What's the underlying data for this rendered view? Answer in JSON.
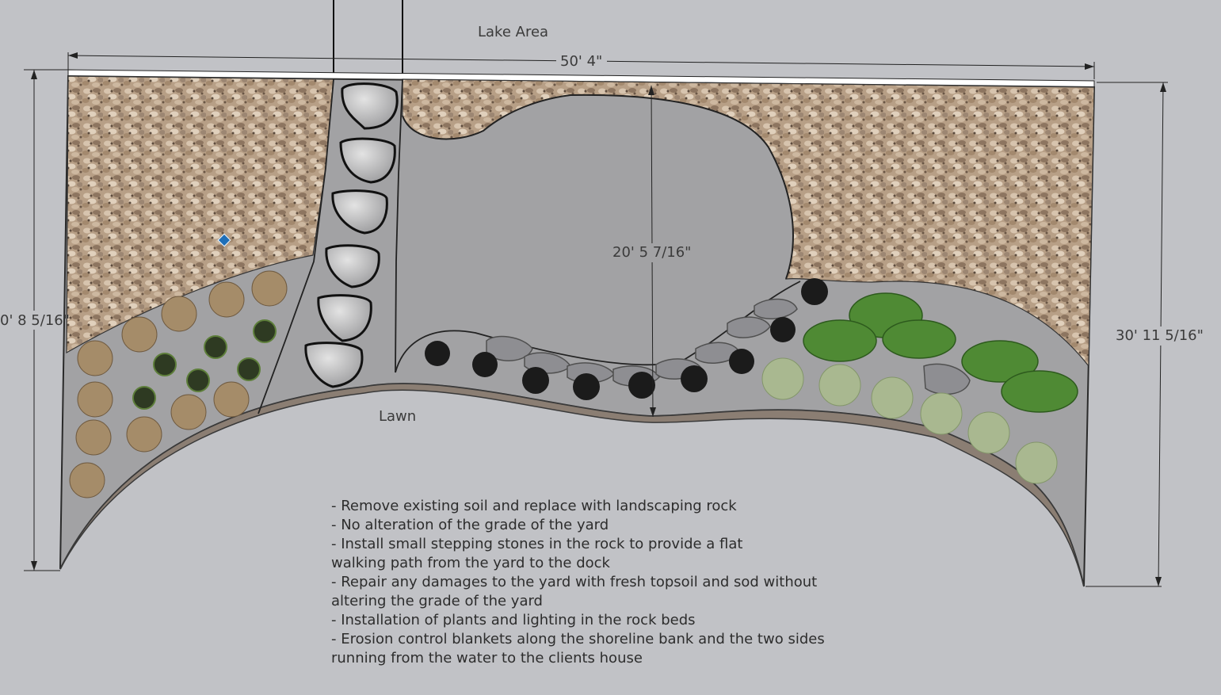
{
  "labels": {
    "lake_area": "Lake Area",
    "lawn": "Lawn"
  },
  "dimensions": {
    "top_width": "50' 4\"",
    "patio_depth": "20' 5 7/16\"",
    "left_depth": "0' 8 5/16\"",
    "right_depth": "30' 11 5/16\""
  },
  "notes": [
    "- Remove existing soil and replace with landscaping rock",
    "- No alteration of the grade of the yard",
    "- Install small stepping stones in the rock to provide a flat",
    "walking path from the yard to the dock",
    "- Repair any damages to the yard with fresh topsoil and sod without",
    "altering the grade of the yard",
    "- Installation of plants and lighting in the rock beds",
    "- Erosion control blankets along the shoreline bank and the two sides",
    "running from the water to the clients house"
  ],
  "colors": {
    "background": "#c1c2c6",
    "concrete": "#a3a3a5",
    "gravel": "#b59c82",
    "shrub_green": "#4f8a34",
    "grass_tan": "#a8906a",
    "pale_grass": "#a9b890",
    "boulder": "#8e8e92"
  }
}
